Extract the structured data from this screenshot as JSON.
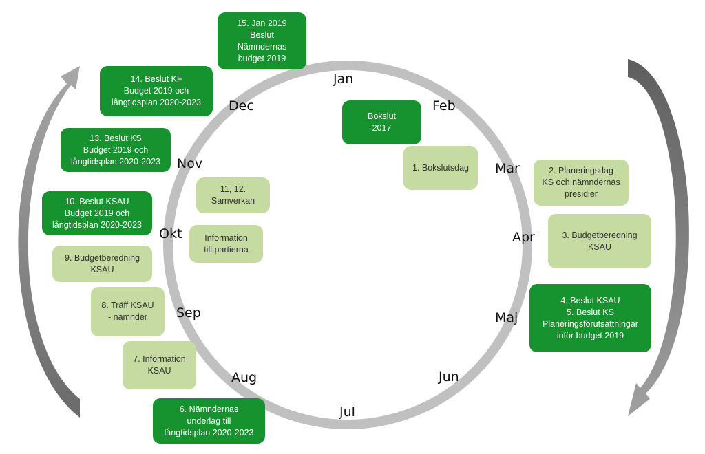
{
  "months": {
    "jan": "Jan",
    "feb": "Feb",
    "mar": "Mar",
    "apr": "Apr",
    "maj": "Maj",
    "jun": "Jun",
    "jul": "Jul",
    "aug": "Aug",
    "sep": "Sep",
    "okt": "Okt",
    "nov": "Nov",
    "dec": "Dec"
  },
  "events": {
    "e15": "15. Jan 2019\nBeslut\nNämndernas\nbudget 2019",
    "e14": "14. Beslut KF\nBudget 2019 och\nlångtidsplan 2020-2023",
    "e13": "13. Beslut KS\nBudget 2019 och\nlångtidsplan 2020-2023",
    "e10": "10. Beslut KSAU\nBudget 2019 och\nlångtidsplan 2020-2023",
    "e9": "9. Budgetberedning\nKSAU",
    "e8": "8. Träff KSAU\n- nämnder",
    "e7": "7. Information\nKSAU",
    "e6": "6. Nämndernas\nunderlag till\nlångtidsplan 2020-2023",
    "e1112": "11, 12.\nSamverkan",
    "info": "Information\ntill partierna",
    "bokslut": "Bokslut\n2017",
    "e1": "1. Bokslutsdag",
    "e2": "2. Planeringsdag\nKS och nämndernas\npresidier",
    "e3": "3. Budgetberedning\nKSAU",
    "e45": "4. Beslut KSAU\n5.  Beslut KS\nPlaneringsförutsättningar\ninför budget 2019"
  },
  "colors": {
    "dark_box": "#16932f",
    "light_box": "#c5dba2",
    "ring": "#c0c0c0",
    "arrow": "#6e6e6e"
  }
}
